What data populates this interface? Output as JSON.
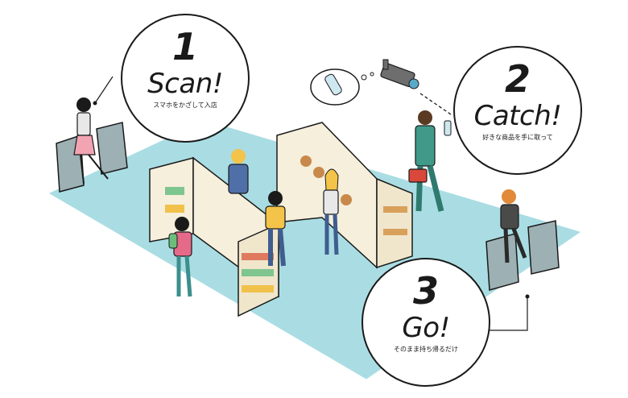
{
  "steps": [
    {
      "number": "1",
      "word": "Scan!",
      "caption": "スマホをかざして入店"
    },
    {
      "number": "2",
      "word": "Catch!",
      "caption": "好きな商品を手に取って"
    },
    {
      "number": "3",
      "word": "Go!",
      "caption": "そのまま持ち帰るだけ"
    }
  ],
  "colors": {
    "floor": "#a9dde3",
    "outline": "#1a1a1a",
    "shelf": "#f5efdc",
    "gate": "#8fa3a6"
  },
  "icons": [
    "camera-icon",
    "thought-bubble-bottle-icon"
  ]
}
